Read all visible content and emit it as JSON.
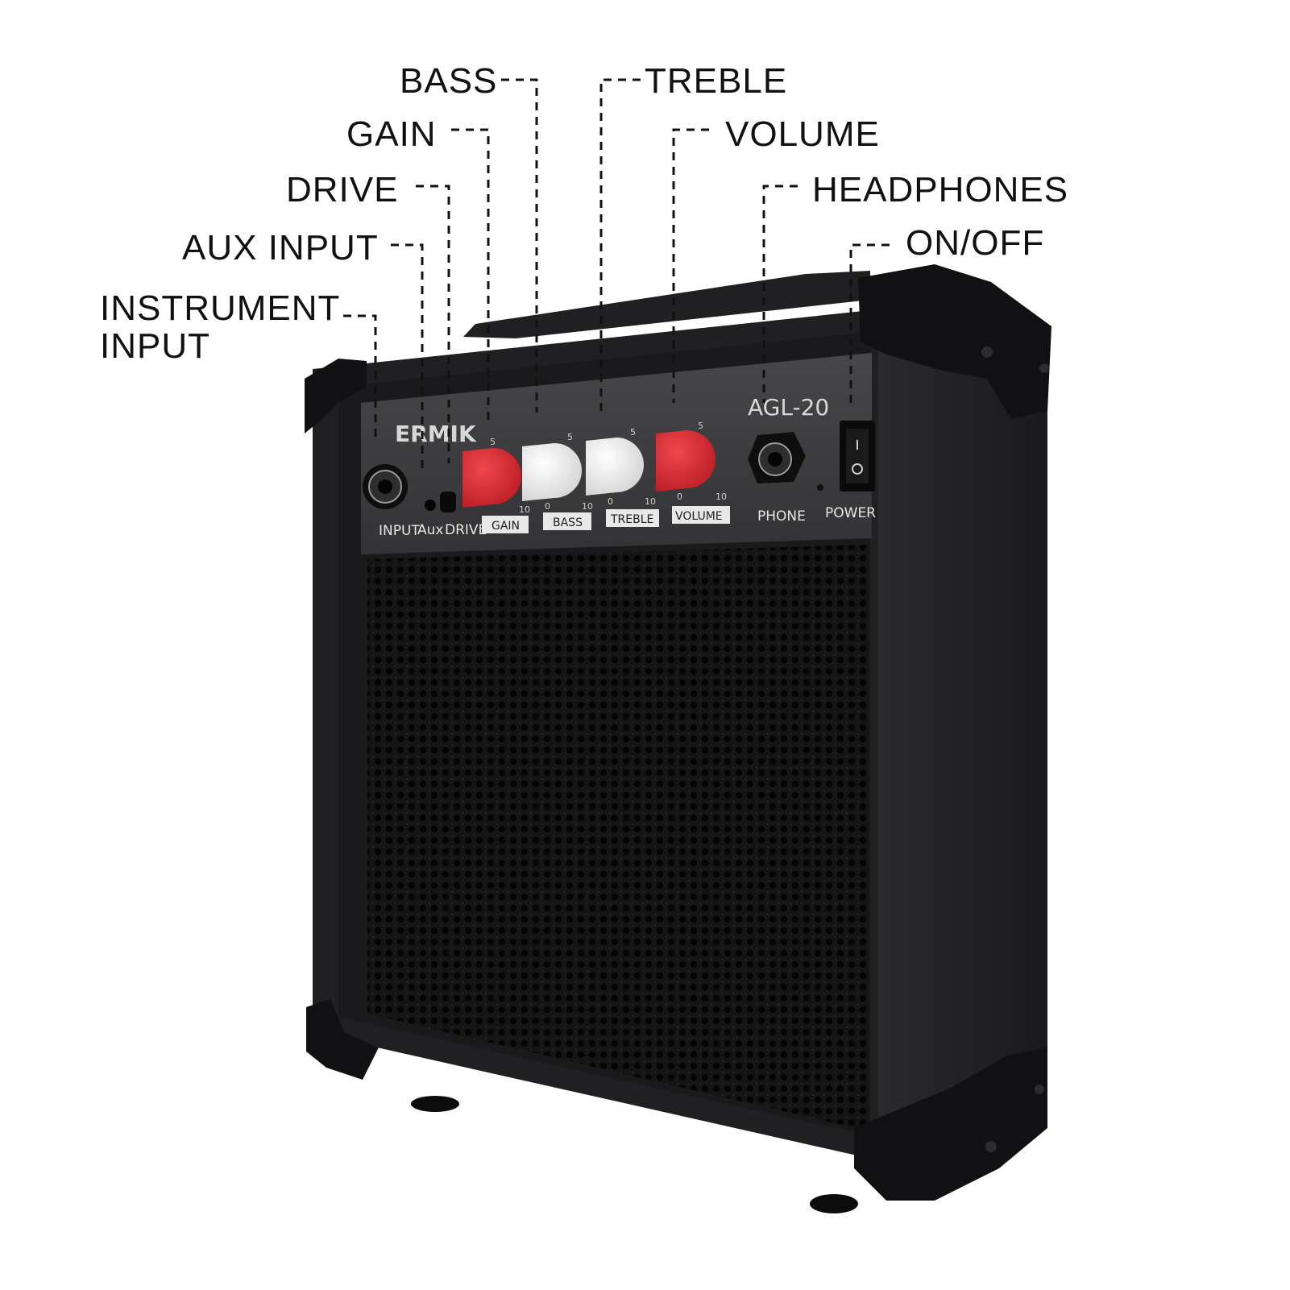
{
  "colors": {
    "background": "#ffffff",
    "cabinet": "#1c1c1e",
    "corner_protector": "#101012",
    "control_panel": "#3a3a3c",
    "grille": "#141414",
    "knob_red": "#d8262e",
    "knob_white": "#ececec",
    "callout_text": "#111111"
  },
  "callouts": {
    "bass": "BASS",
    "treble": "TREBLE",
    "gain": "GAIN",
    "volume": "VOLUME",
    "drive": "DRIVE",
    "headphones": "HEADPHONES",
    "aux_input": "AUX INPUT",
    "on_off": "ON/OFF",
    "instrument_input_line1": "INSTRUMENT",
    "instrument_input_line2": "INPUT"
  },
  "amp": {
    "brand": "ERMIK",
    "model": "AGL-20",
    "panel_labels": {
      "input": "INPUT",
      "aux": "Aux",
      "drive": "DRIVE",
      "gain": "GAIN",
      "bass": "BASS",
      "treble": "TREBLE",
      "volume": "VOLUME",
      "phone": "PHONE",
      "power": "POWER"
    },
    "scale_marks": {
      "mid": "5",
      "min": "0",
      "max": "10"
    },
    "knobs": [
      {
        "name": "gain",
        "color": "red"
      },
      {
        "name": "bass",
        "color": "white"
      },
      {
        "name": "treble",
        "color": "white"
      },
      {
        "name": "volume",
        "color": "red"
      }
    ]
  }
}
